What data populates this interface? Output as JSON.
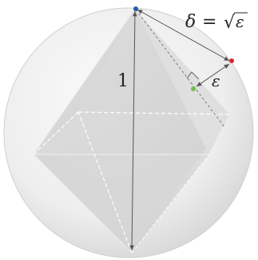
{
  "labels": {
    "diameter": "1",
    "epsilon": "ε",
    "delta_symbol": "δ",
    "delta_equals": " = ",
    "delta_root": "√",
    "delta_epsilon": "ε"
  },
  "points": {
    "top_vertex_color": "#1f5fa8",
    "red_point_color": "#d9272e",
    "green_point_color": "#6cc04a"
  },
  "colors": {
    "sphere_fill": "#ececec",
    "sphere_edge": "#c8c8c8",
    "octahedron_face": "#d6d6d6",
    "arrow": "#555555",
    "dashed": "#777777"
  }
}
